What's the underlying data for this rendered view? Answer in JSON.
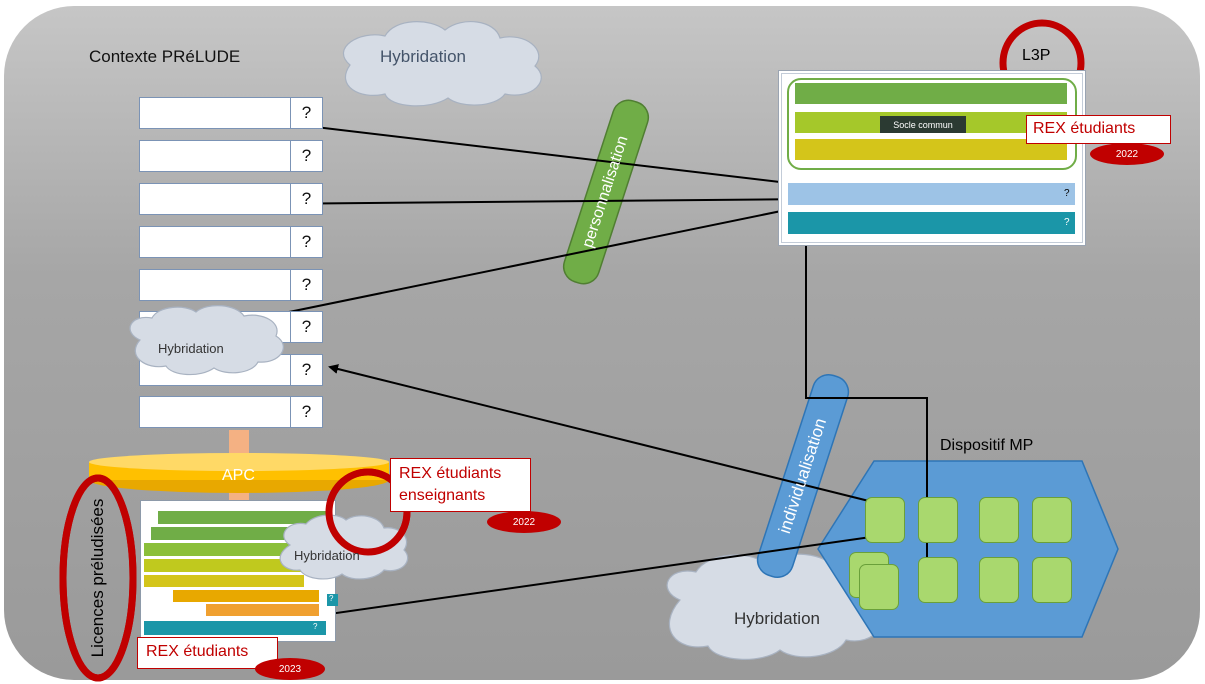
{
  "title": "Contexte PRéLUDE",
  "hybridation_label": "Hybridation",
  "question_mark": "?",
  "rows": [
    "?",
    "?",
    "?",
    "?",
    "?",
    "?",
    "?",
    "?"
  ],
  "l3p": {
    "label": "L3P",
    "socle": "Socle commun",
    "rows": [
      "?",
      "?"
    ]
  },
  "rex": {
    "l3p_label": "REX étudiants",
    "l3p_year": "2022",
    "apc_line1": "REX étudiants",
    "apc_line2": "enseignants",
    "apc_year": "2022",
    "licence_label": "REX étudiants",
    "licence_year": "2023"
  },
  "personnalisation": "personnalisation",
  "individualisation": "individualisation",
  "dispositif": "Dispositif MP",
  "apc": "APC",
  "licences": "Licences préludisées",
  "licence_rows": [
    "?",
    "?"
  ],
  "colors": {
    "green": "#70ad47",
    "blue": "#5b9bd5",
    "teal": "#1b96a8",
    "lightblue": "#9dc3e6",
    "red": "#c00000",
    "yellow": "#ffc000",
    "cloud": "#d6dce5"
  }
}
